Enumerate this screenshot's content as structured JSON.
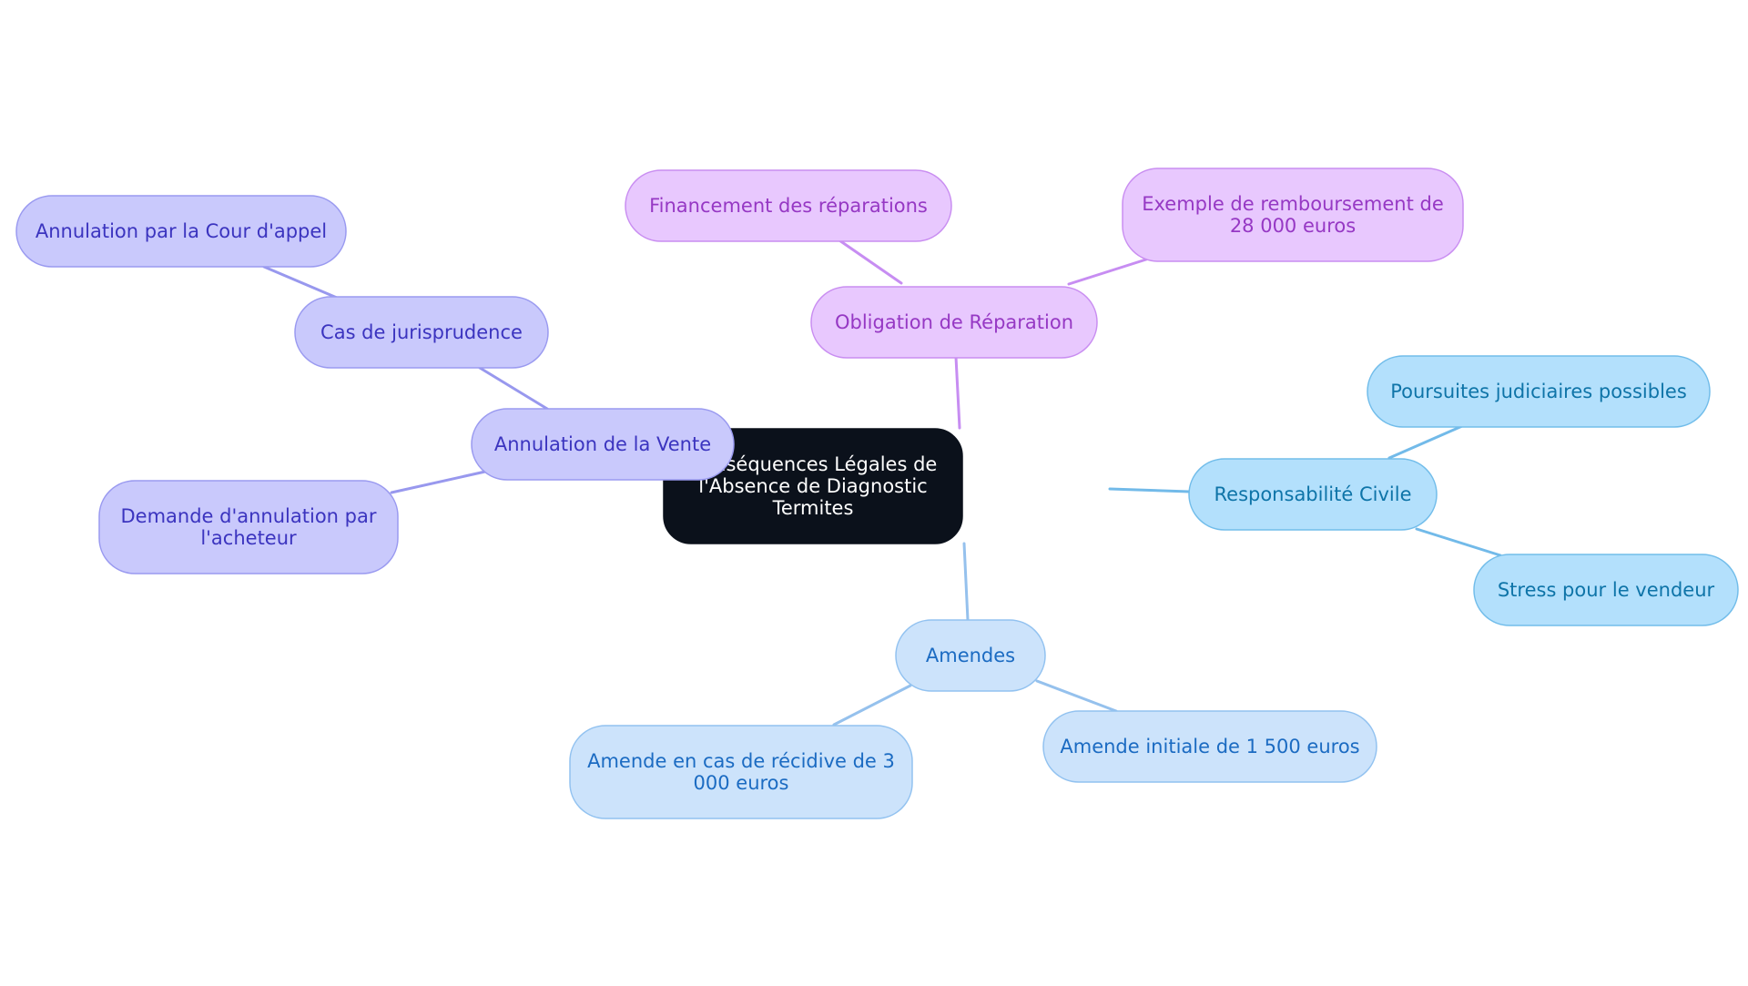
{
  "colors": {
    "root_fill": "#0b111b",
    "root_text": "#ffffff",
    "purple_fill": "#e8c8fe",
    "purple_stroke": "#c98ef1",
    "purple_text": "#9638c4",
    "purple_edge": "#c78df2",
    "indigo_fill": "#c9c9fc",
    "indigo_stroke": "#9a9af0",
    "indigo_text": "#3b34bf",
    "indigo_edge": "#9898ee",
    "sky_fill": "#b3e0fc",
    "sky_stroke": "#72bdea",
    "sky_text": "#0e74a8",
    "sky_edge": "#72bae9",
    "blue_fill": "#cce3fb",
    "blue_stroke": "#92c2f0",
    "blue_text": "#1b6bc2",
    "blue_edge": "#95c1ed"
  },
  "root": {
    "lines": [
      "Conséquences Légales de",
      "l'Absence de Diagnostic",
      "Termites"
    ]
  },
  "branches": [
    {
      "id": "obligation",
      "palette": "purple",
      "lines": [
        "Obligation de Réparation"
      ],
      "children": [
        {
          "id": "financement",
          "lines": [
            "Financement des réparations"
          ]
        },
        {
          "id": "exemple",
          "lines": [
            "Exemple de remboursement de",
            "28 000 euros"
          ]
        }
      ]
    },
    {
      "id": "annulation",
      "palette": "indigo",
      "lines": [
        "Annulation de la Vente"
      ],
      "children": [
        {
          "id": "jurisprudence",
          "lines": [
            "Cas de jurisprudence"
          ],
          "children": [
            {
              "id": "cour",
              "lines": [
                "Annulation par la Cour d'appel"
              ]
            }
          ]
        },
        {
          "id": "demande",
          "lines": [
            "Demande d'annulation par",
            "l'acheteur"
          ]
        }
      ]
    },
    {
      "id": "responsabilite",
      "palette": "sky",
      "lines": [
        "Responsabilité Civile"
      ],
      "children": [
        {
          "id": "poursuites",
          "lines": [
            "Poursuites judiciaires possibles"
          ]
        },
        {
          "id": "stress",
          "lines": [
            "Stress pour le vendeur"
          ]
        }
      ]
    },
    {
      "id": "amendes",
      "palette": "blue",
      "lines": [
        "Amendes"
      ],
      "children": [
        {
          "id": "recidive",
          "lines": [
            "Amende en cas de récidive de 3",
            "000 euros"
          ]
        },
        {
          "id": "initiale",
          "lines": [
            "Amende initiale de 1 500 euros"
          ]
        }
      ]
    }
  ]
}
